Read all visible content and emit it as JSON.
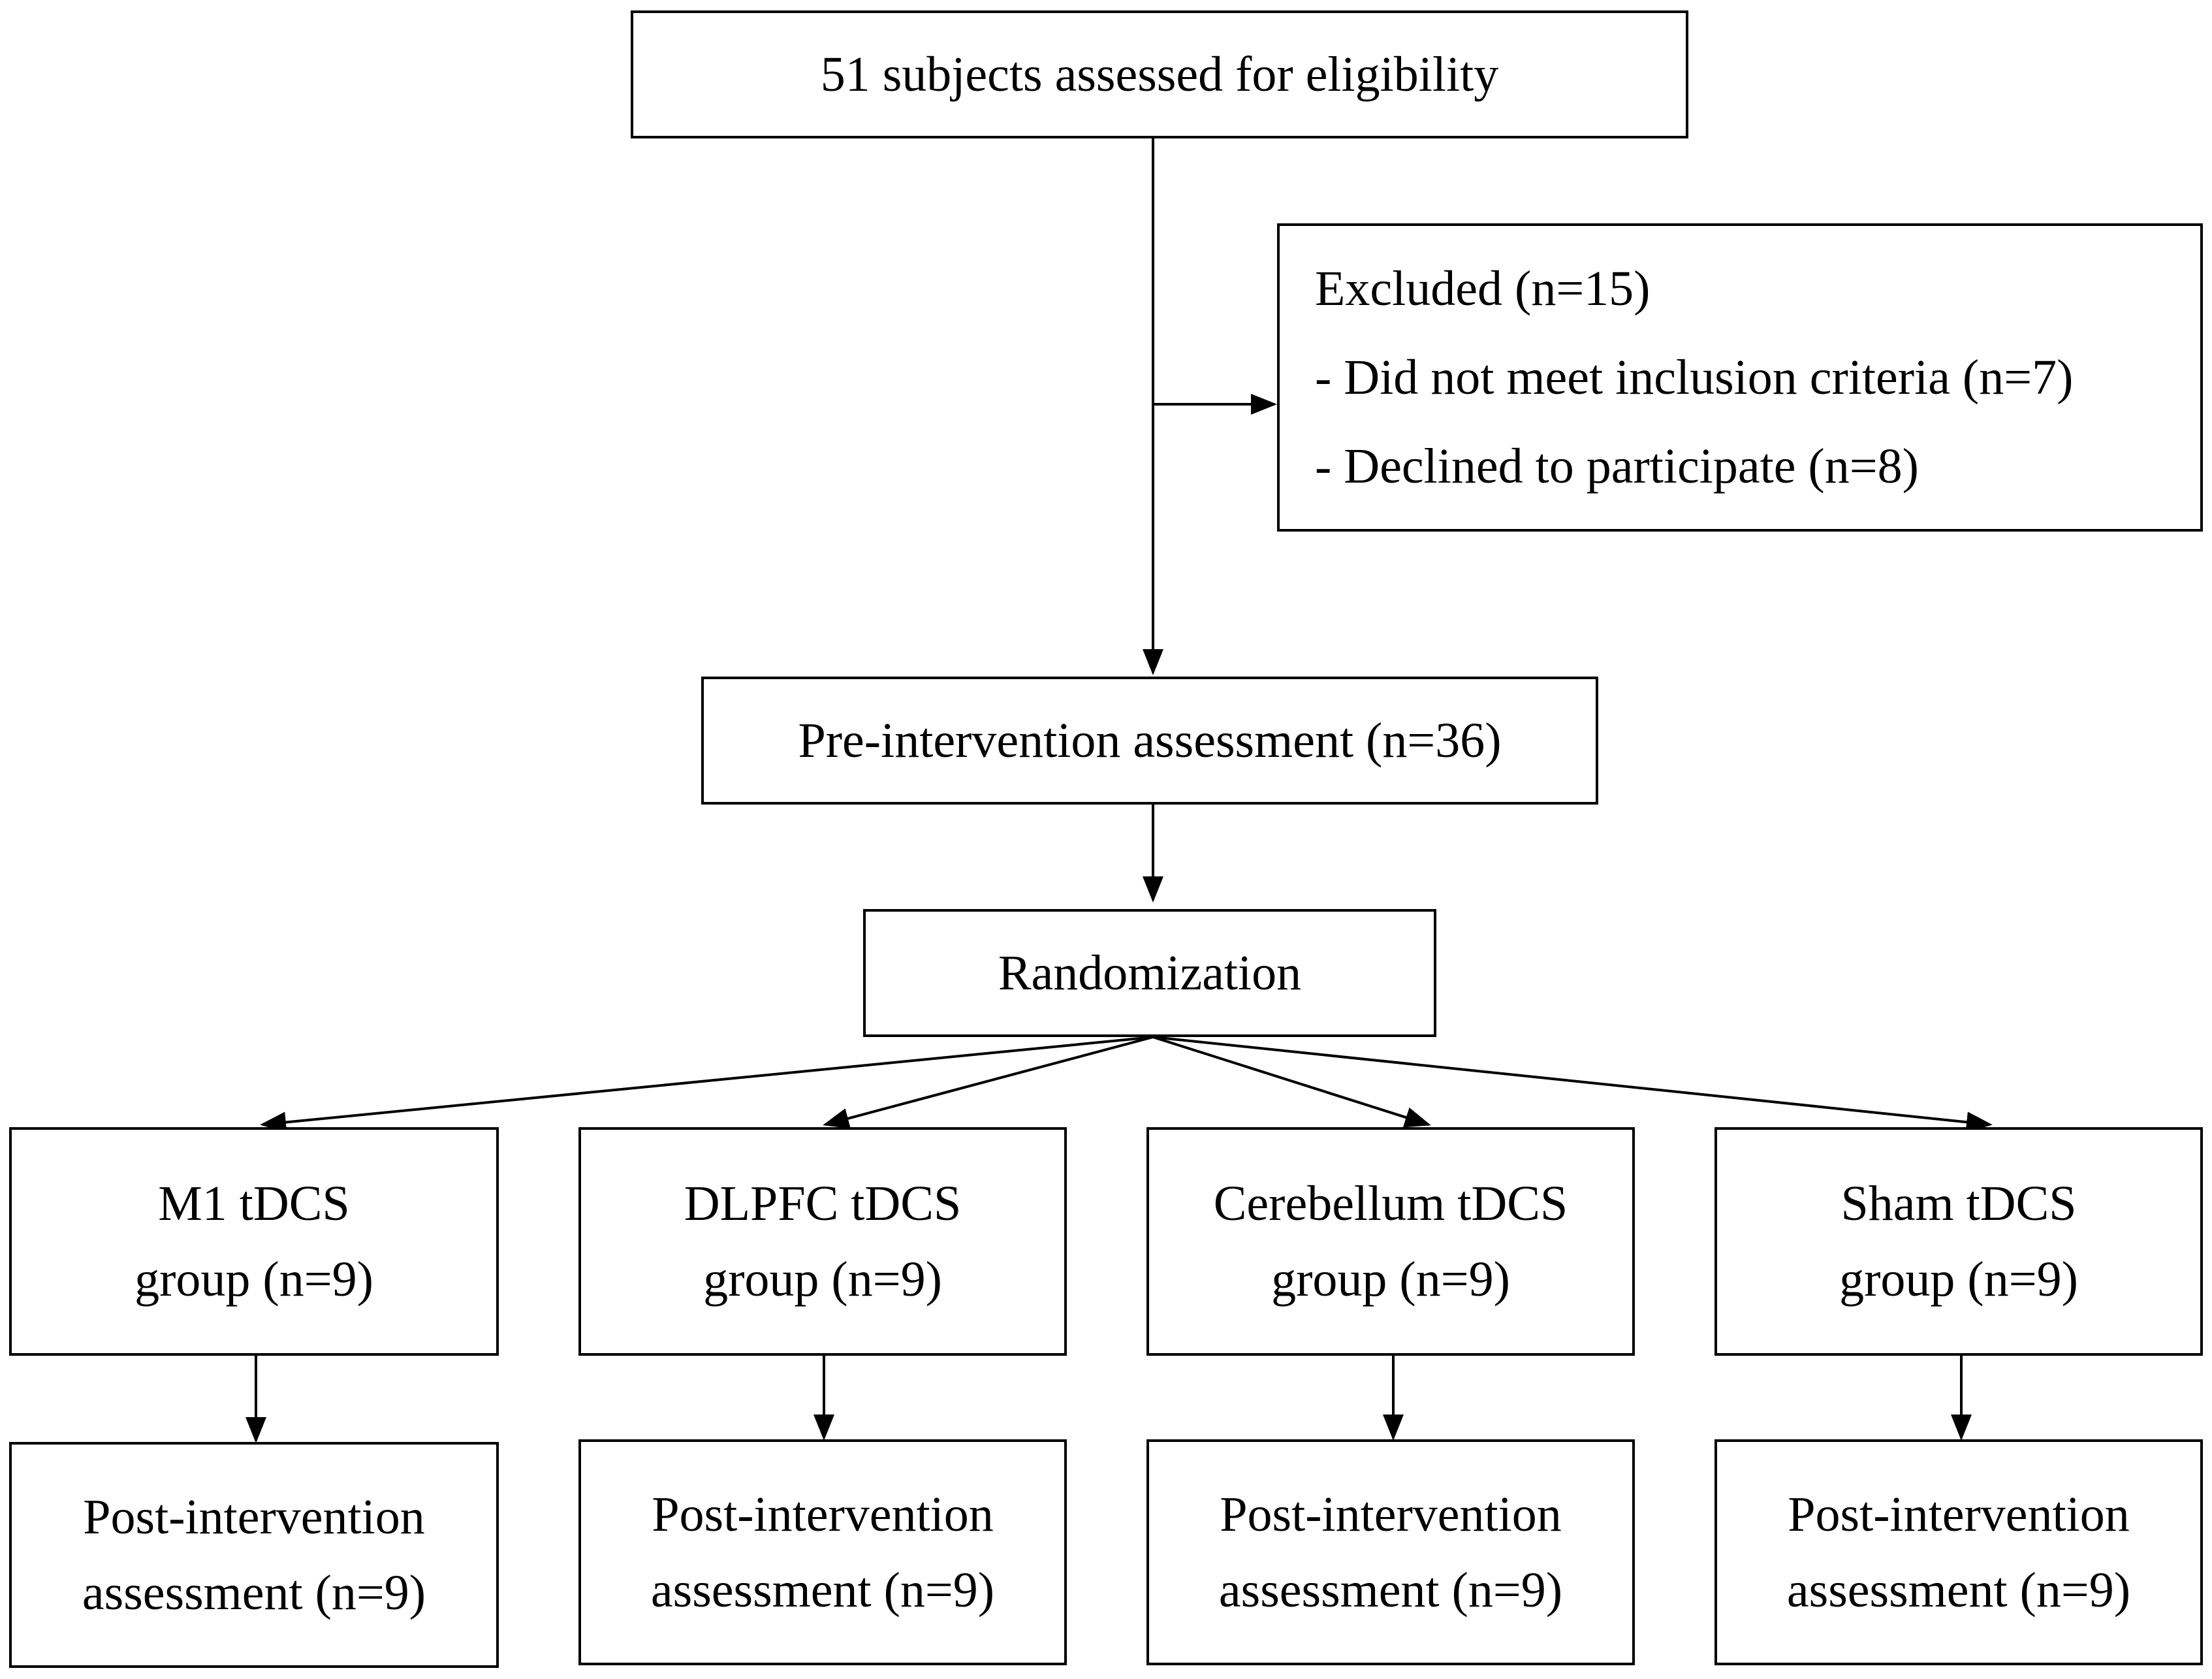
{
  "flowchart": {
    "eligibility": "51 subjects assessed for eligibility",
    "excluded": {
      "title": "Excluded (n=15)",
      "reasons": [
        "- Did not meet inclusion criteria (n=7)",
        "- Declined to participate (n=8)"
      ]
    },
    "pre_intervention": "Pre-intervention assessment (n=36)",
    "randomization": "Randomization",
    "groups": [
      {
        "name": "M1 tDCS",
        "size": "group (n=9)",
        "post": [
          "Post-intervention",
          "assessment (n=9)"
        ]
      },
      {
        "name": "DLPFC tDCS",
        "size": "group (n=9)",
        "post": [
          "Post-intervention",
          "assessment (n=9)"
        ]
      },
      {
        "name": "Cerebellum tDCS",
        "size": "group (n=9)",
        "post": [
          "Post-intervention",
          "assessment (n=9)"
        ]
      },
      {
        "name": "Sham tDCS",
        "size": "group (n=9)",
        "post": [
          "Post-intervention",
          "assessment (n=9)"
        ]
      }
    ]
  },
  "colors": {
    "line": "#000000",
    "box_border": "#000000",
    "background": "#ffffff"
  }
}
